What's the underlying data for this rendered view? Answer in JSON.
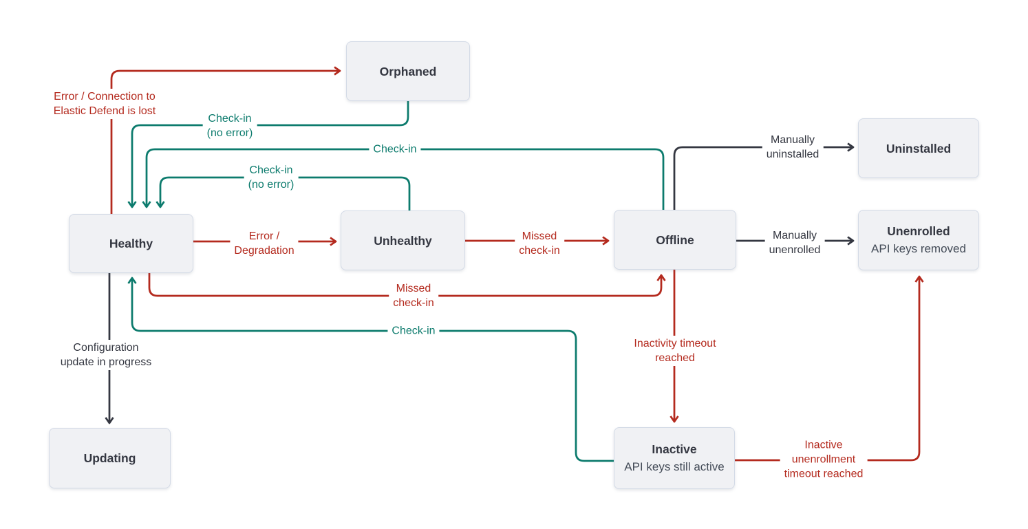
{
  "colors": {
    "red": "#b42a1e",
    "teal": "#0c7b6d",
    "dark": "#343741",
    "node_fill": "#f0f1f4",
    "node_border": "#d3dae6",
    "subtitle": "#434b57"
  },
  "nodes": {
    "orphaned": {
      "title": "Orphaned"
    },
    "healthy": {
      "title": "Healthy"
    },
    "unhealthy": {
      "title": "Unhealthy"
    },
    "offline": {
      "title": "Offline"
    },
    "uninstalled": {
      "title": "Uninstalled"
    },
    "unenrolled": {
      "title": "Unenrolled",
      "subtitle": "API keys removed"
    },
    "updating": {
      "title": "Updating"
    },
    "inactive": {
      "title": "Inactive",
      "subtitle": "API keys still active"
    }
  },
  "edge_labels": {
    "error_connection": "Error / Connection to\nElastic Defend is lost",
    "checkin_no_error_orphaned": "Check-in\n(no error)",
    "checkin_offline": "Check-in",
    "checkin_no_error_unhealthy": "Check-in\n(no error)",
    "error_degradation": "Error /\nDegradation",
    "missed_checkin_unhealthy": "Missed\ncheck-in",
    "missed_checkin_healthy": "Missed\ncheck-in",
    "checkin_inactive": "Check-in",
    "manually_uninstalled": "Manually\nuninstalled",
    "manually_unenrolled": "Manually\nunenrolled",
    "configuration_update": "Configuration\nupdate in progress",
    "inactivity_timeout": "Inactivity timeout\nreached",
    "inactive_unenrollment": "Inactive\nunenrollment\ntimeout reached"
  }
}
